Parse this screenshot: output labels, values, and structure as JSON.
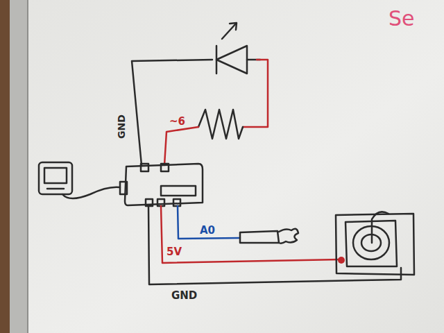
{
  "diagram": {
    "labels": [
      "Se",
      "GND",
      "~6",
      "A0",
      "5V",
      "GND"
    ]
  }
}
